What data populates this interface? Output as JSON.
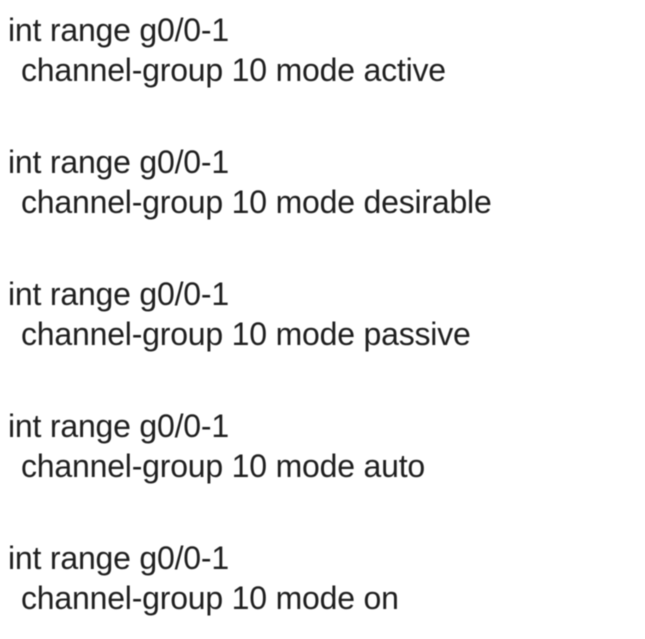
{
  "blocks": [
    {
      "interface_line": "int range g0/0-1",
      "command_line": "channel-group 10 mode active"
    },
    {
      "interface_line": "int range g0/0-1",
      "command_line": "channel-group 10 mode desirable"
    },
    {
      "interface_line": "int range g0/0-1",
      "command_line": "channel-group 10 mode passive"
    },
    {
      "interface_line": "int range g0/0-1",
      "command_line": "channel-group 10 mode auto"
    },
    {
      "interface_line": "int range g0/0-1",
      "command_line": "channel-group 10 mode on"
    }
  ],
  "colors": {
    "background": "#ffffff",
    "text": "#1e1e1e"
  }
}
